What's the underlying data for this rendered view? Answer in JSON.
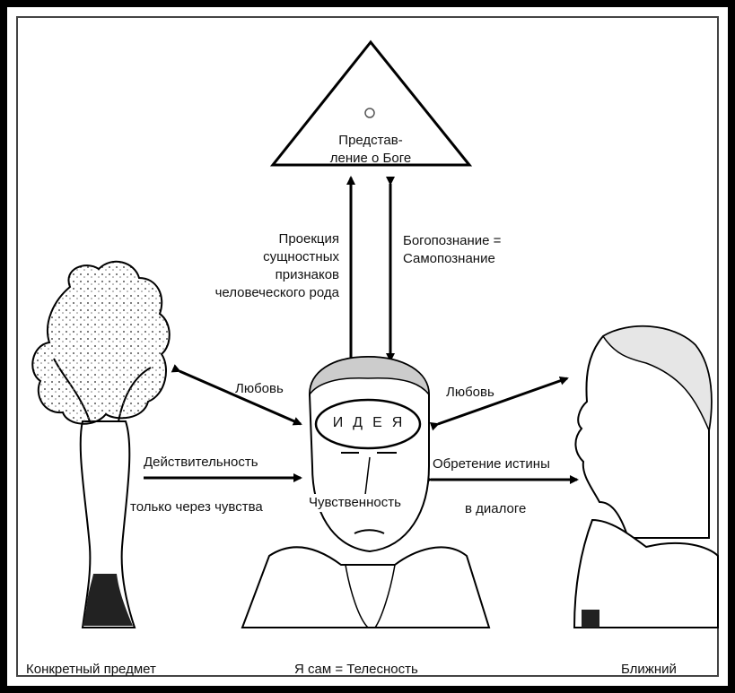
{
  "triangle": {
    "line1": "Представ-",
    "line2": "ление о Боге"
  },
  "projection": {
    "lines": [
      "Проекция",
      "сущностных",
      "признаков",
      "человеческого рода"
    ]
  },
  "god_knowledge": {
    "line1": "Богопознание =",
    "line2": "Самопознание"
  },
  "left_arrows": {
    "love": "Любовь",
    "reality": "Действительность",
    "senses": "только через чувства"
  },
  "right_arrows": {
    "love": "Любовь",
    "truth": "Обретение истины",
    "dialogue": "в диалоге"
  },
  "center": {
    "idea_letters": [
      "И",
      "Д",
      "Е",
      "Я"
    ],
    "sensuality": "Чувственность"
  },
  "bottom": {
    "left": "Конкретный предмет",
    "center": "Я сам = Телесность",
    "right": "Ближний"
  }
}
